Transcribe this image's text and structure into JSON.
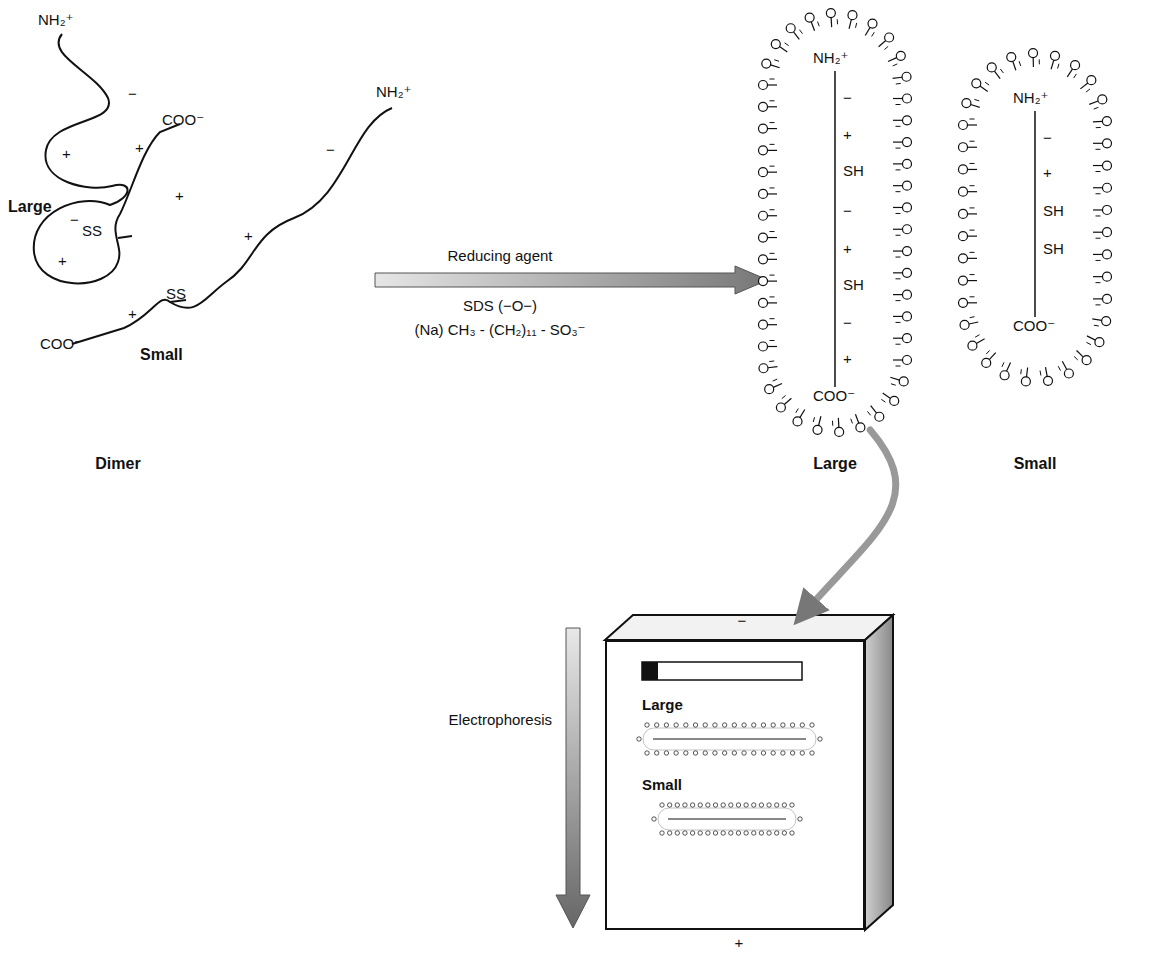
{
  "diagram": {
    "nodes": [
      {
        "text": [
          "NH₂⁺",
          "−",
          "+",
          "SH",
          "−",
          "+",
          "SH",
          "−",
          "+",
          "COO⁻"
        ]
      },
      {
        "text": [
          "NH₂⁺",
          "−",
          "+",
          "SH",
          "SH",
          "COO⁻"
        ]
      },
      {
        "text": [
          "Large",
          "Small"
        ]
      }
    ],
    "edges": [
      {
        "from": 0,
        "to": 2,
        "arrow": "to"
      }
    ],
    "labels": [
      "NH₂⁺",
      "COO⁻",
      "+",
      "−",
      "+",
      "Large",
      "+",
      "−",
      "SS",
      "+",
      "NH₂⁺",
      "−",
      "+",
      "SS",
      "+",
      "COO⁻",
      "Small",
      "Dimer",
      "Reducing agent",
      "SDS (−O−)",
      "(Na) CH₃ - (CH₂)₁₁ - SO₃⁻",
      "Large",
      "Small",
      "Electrophoresis",
      "−",
      "+"
    ]
  }
}
